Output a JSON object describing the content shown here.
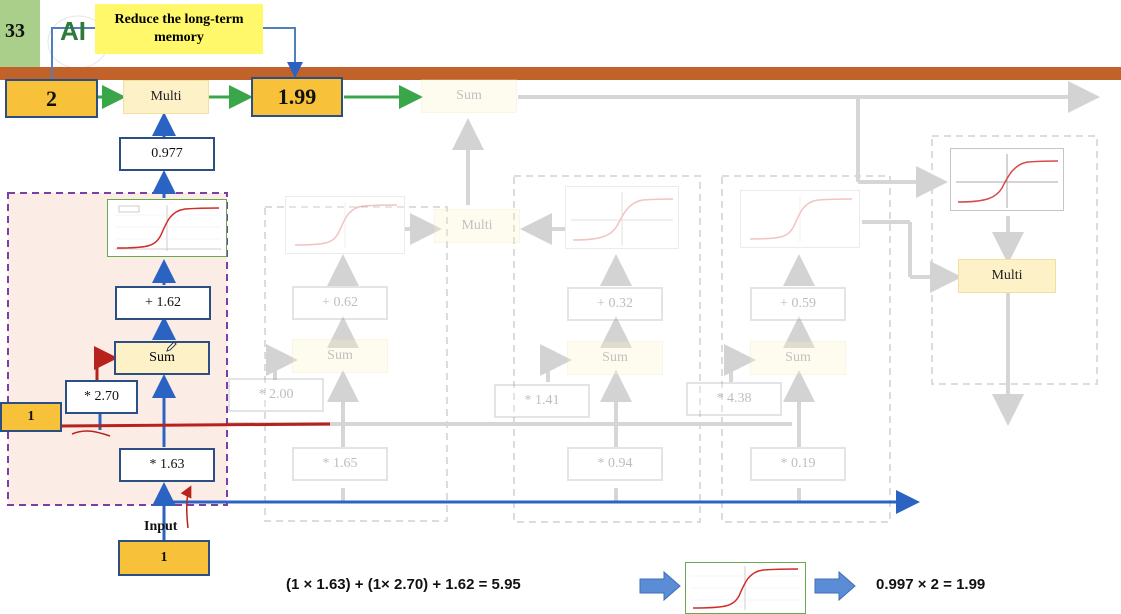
{
  "slide": {
    "page_number": "33",
    "logo_text": "AI",
    "callout": "Reduce the long-term memory"
  },
  "long_term": {
    "input_value": "2",
    "multi_label": "Multi",
    "output_value": "1.99",
    "next_sum_label": "Sum"
  },
  "active_unit": {
    "sigmoid_output": "0.977",
    "bias": "+ 1.62",
    "sum_label": "Sum",
    "short_term_weight": "* 2.70",
    "short_term_input": "1",
    "input_weight": "* 1.63",
    "input_label": "Input",
    "input_value": "1"
  },
  "faded_units": [
    {
      "bias": "+ 0.62",
      "sum_label": "Sum",
      "short_weight": "* 2.00",
      "input_weight": "* 1.65",
      "multi_label": "Multi"
    },
    {
      "bias": "+ 0.32",
      "sum_label": "Sum",
      "short_weight": "* 1.41",
      "input_weight": "* 0.94"
    },
    {
      "bias": "+ 0.59",
      "sum_label": "Sum",
      "short_weight": "* 4.38",
      "input_weight": "* 0.19"
    }
  ],
  "output_unit": {
    "multi_label": "Multi"
  },
  "footer": {
    "equation": "(1 × 1.63) + (1× 2.70) + 1.62  =  5.95",
    "result": "0.997 × 2 = 1.99"
  },
  "colors": {
    "orange_bar": "#c0622a",
    "blue_line": "#2a63c2",
    "red_line": "#b8221c",
    "green_arrow": "#3aa64a",
    "purple_dash": "#7b3fa6",
    "sigmoid_curve": "#d22b2b",
    "callout_yellow": "#fff86a"
  },
  "icons": [
    "sigmoid-graph-icon",
    "tanh-graph-icon",
    "right-arrow-icon",
    "pencil-cursor-icon"
  ]
}
